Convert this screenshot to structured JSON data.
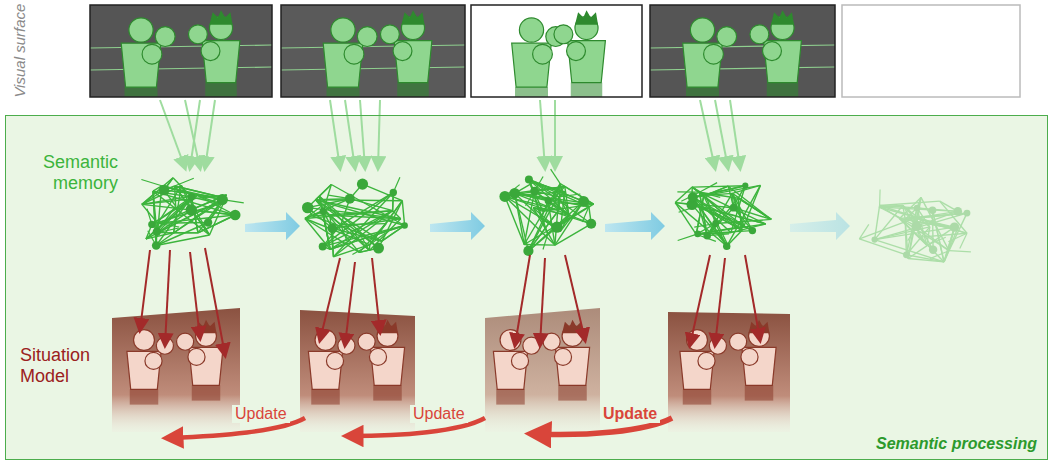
{
  "diagram": {
    "nodes": [
      {
        "text": [
          "Semantic processing"
        ]
      }
    ],
    "labels": [
      "Visual surface",
      "Semantic memory",
      "Situation Model",
      "Update",
      "Update",
      "Update"
    ]
  }
}
